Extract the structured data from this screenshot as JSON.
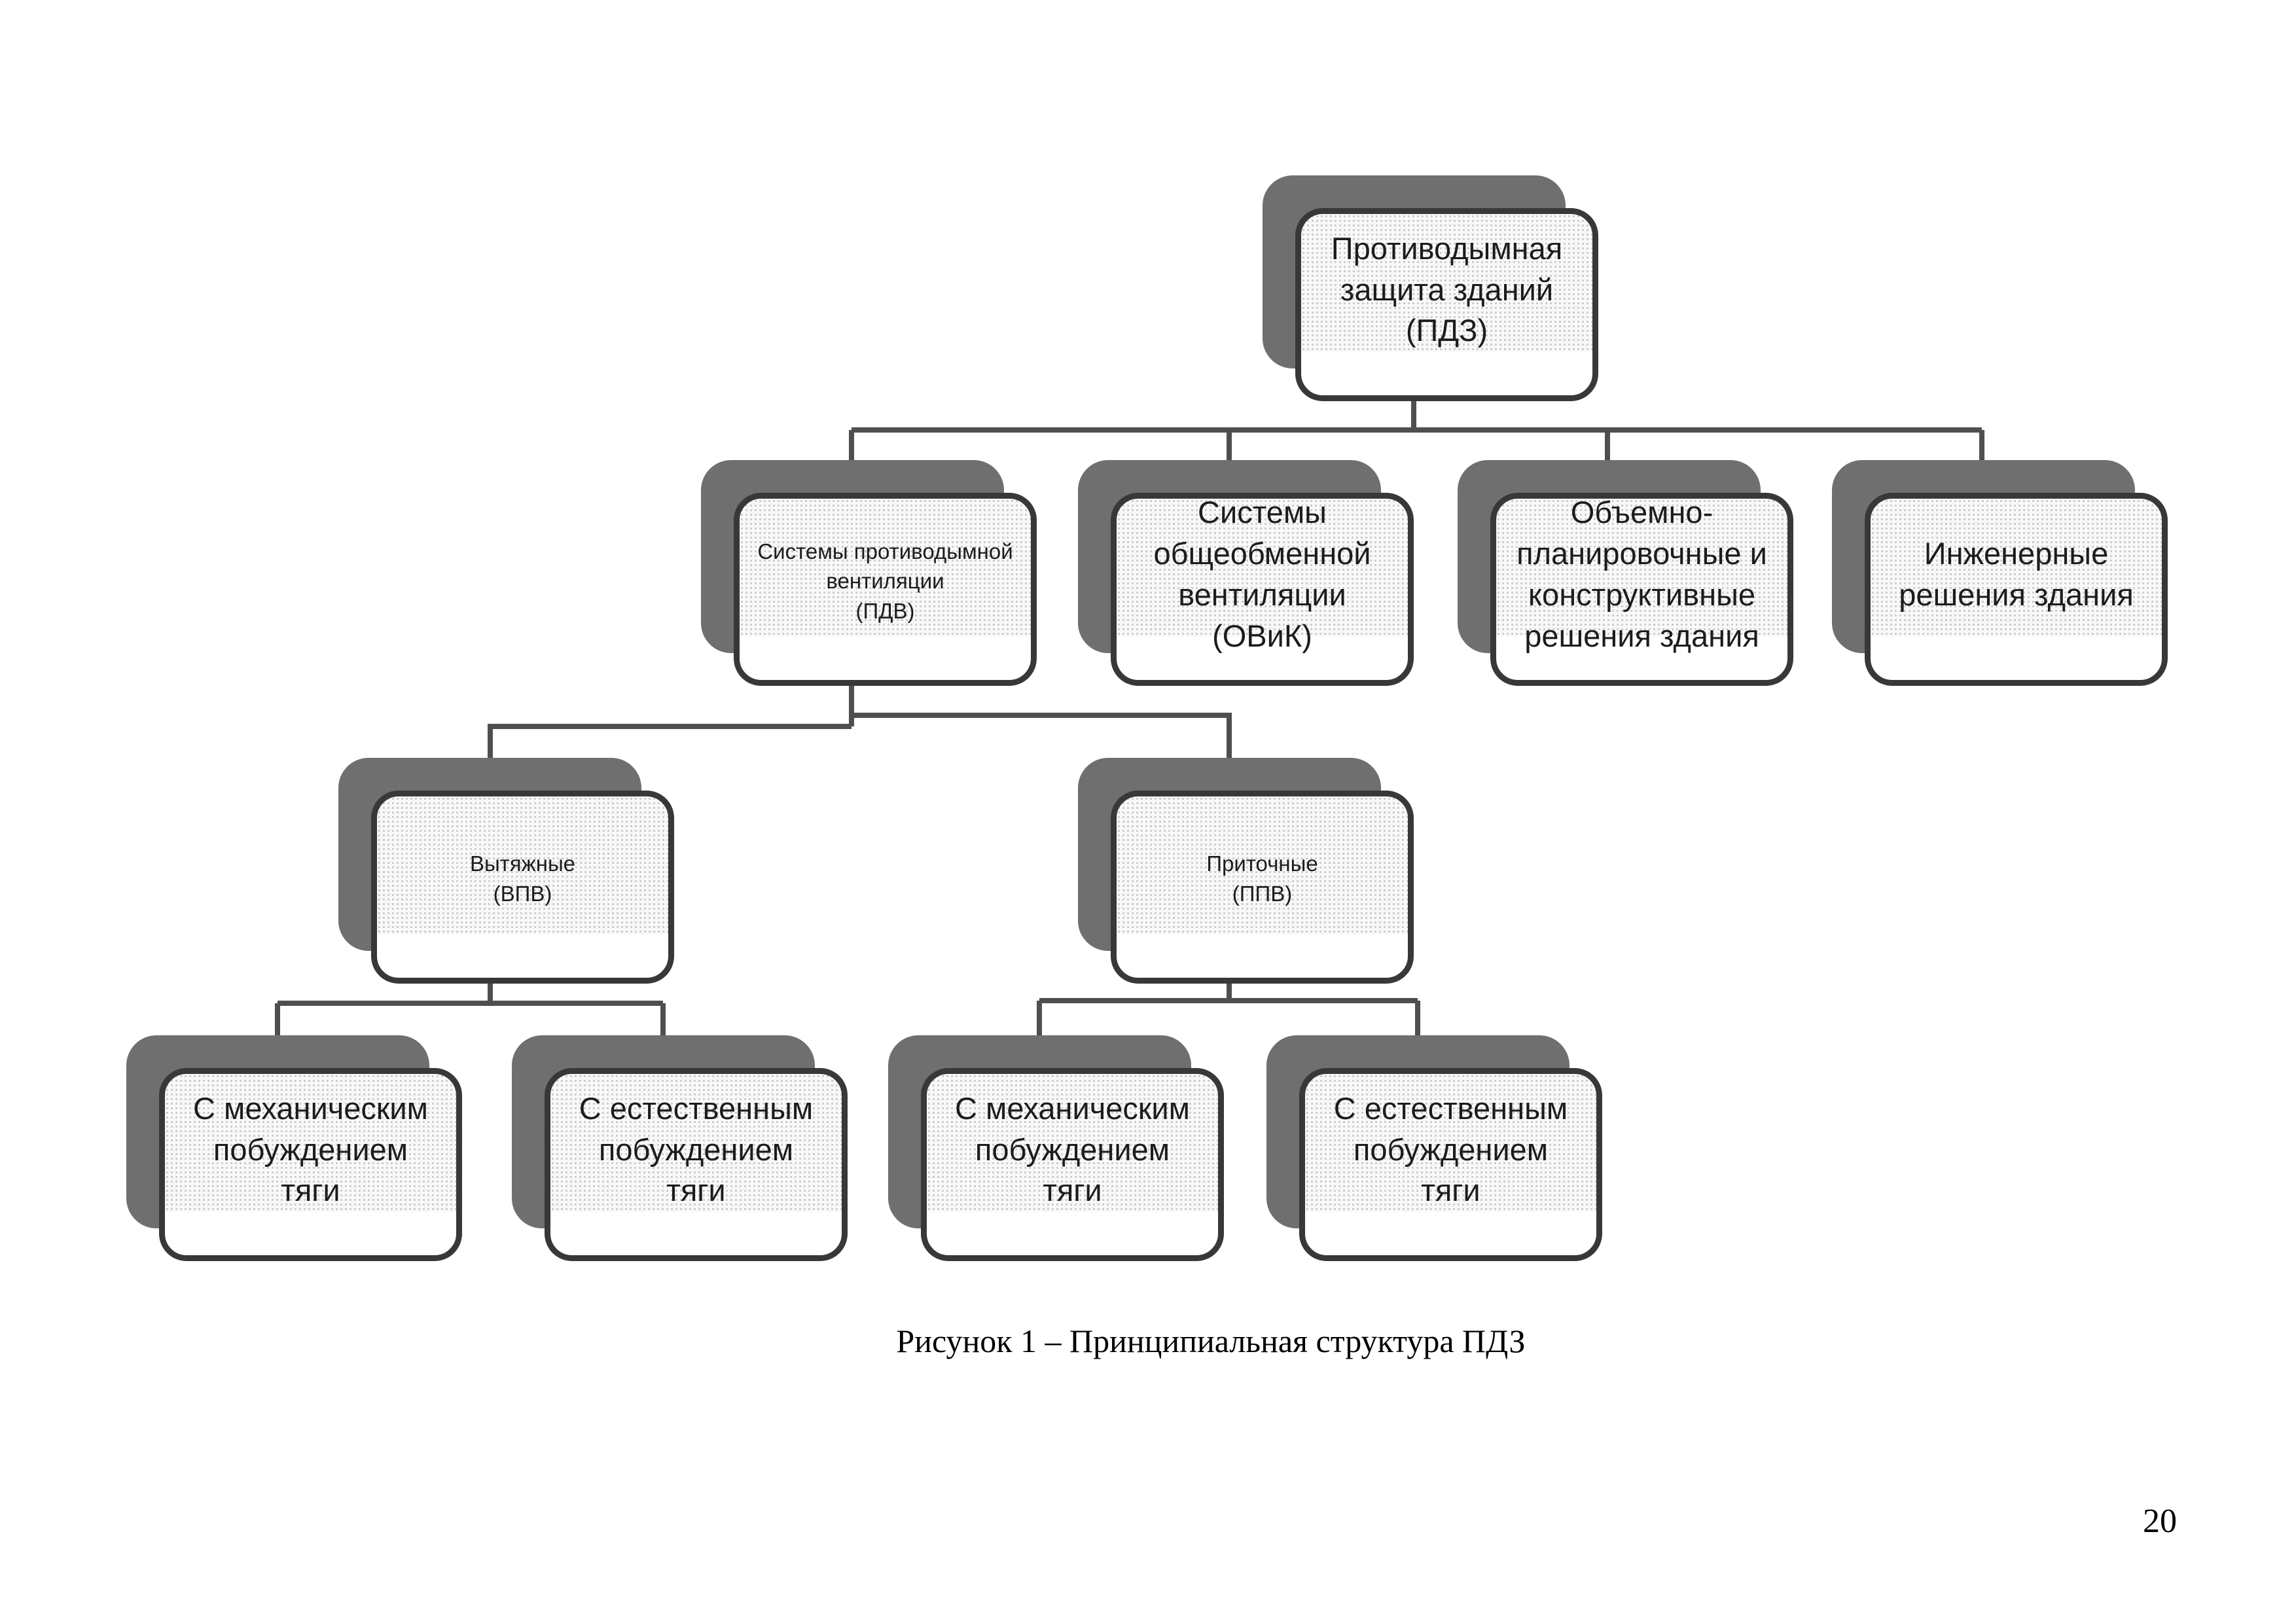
{
  "page": {
    "caption": "Рисунок 1 – Принципиальная структура ПДЗ",
    "page_number": "20"
  },
  "diagram": {
    "type": "hierarchy",
    "colors": {
      "box_shadow": "#6f6f6f",
      "box_border": "#383838",
      "box_fill": "#efefef",
      "text": "#1c1c1c",
      "connector": "#4f4f4f"
    },
    "nodes": [
      {
        "id": "root",
        "label": "Противодымная\nзащита зданий\n(ПДЗ)"
      },
      {
        "id": "pdv",
        "label": "Системы противодымной\nвентиляции\n(ПДВ)"
      },
      {
        "id": "ovik",
        "label": "Системы\nобщеобменной\nвентиляции\n(ОВиК)"
      },
      {
        "id": "planning",
        "label": "Объемно-\nпланировочные и\nконструктивные\nрешения здания"
      },
      {
        "id": "engineering",
        "label": "Инженерные\nрешения здания"
      },
      {
        "id": "vpv",
        "label": "Вытяжные\n(ВПВ)"
      },
      {
        "id": "ppv",
        "label": "Приточные\n(ППВ)"
      },
      {
        "id": "vpv-mech",
        "label": "С механическим\nпобуждением\nтяги"
      },
      {
        "id": "vpv-nat",
        "label": "С естественным\nпобуждением\nтяги"
      },
      {
        "id": "ppv-mech",
        "label": "С механическим\nпобуждением\nтяги"
      },
      {
        "id": "ppv-nat",
        "label": "С естественным\nпобуждением\nтяги"
      }
    ],
    "edges": [
      [
        "root",
        "pdv"
      ],
      [
        "root",
        "ovik"
      ],
      [
        "root",
        "planning"
      ],
      [
        "root",
        "engineering"
      ],
      [
        "pdv",
        "vpv"
      ],
      [
        "pdv",
        "ppv"
      ],
      [
        "vpv",
        "vpv-mech"
      ],
      [
        "vpv",
        "vpv-nat"
      ],
      [
        "ppv",
        "ppv-mech"
      ],
      [
        "ppv",
        "ppv-nat"
      ]
    ]
  }
}
